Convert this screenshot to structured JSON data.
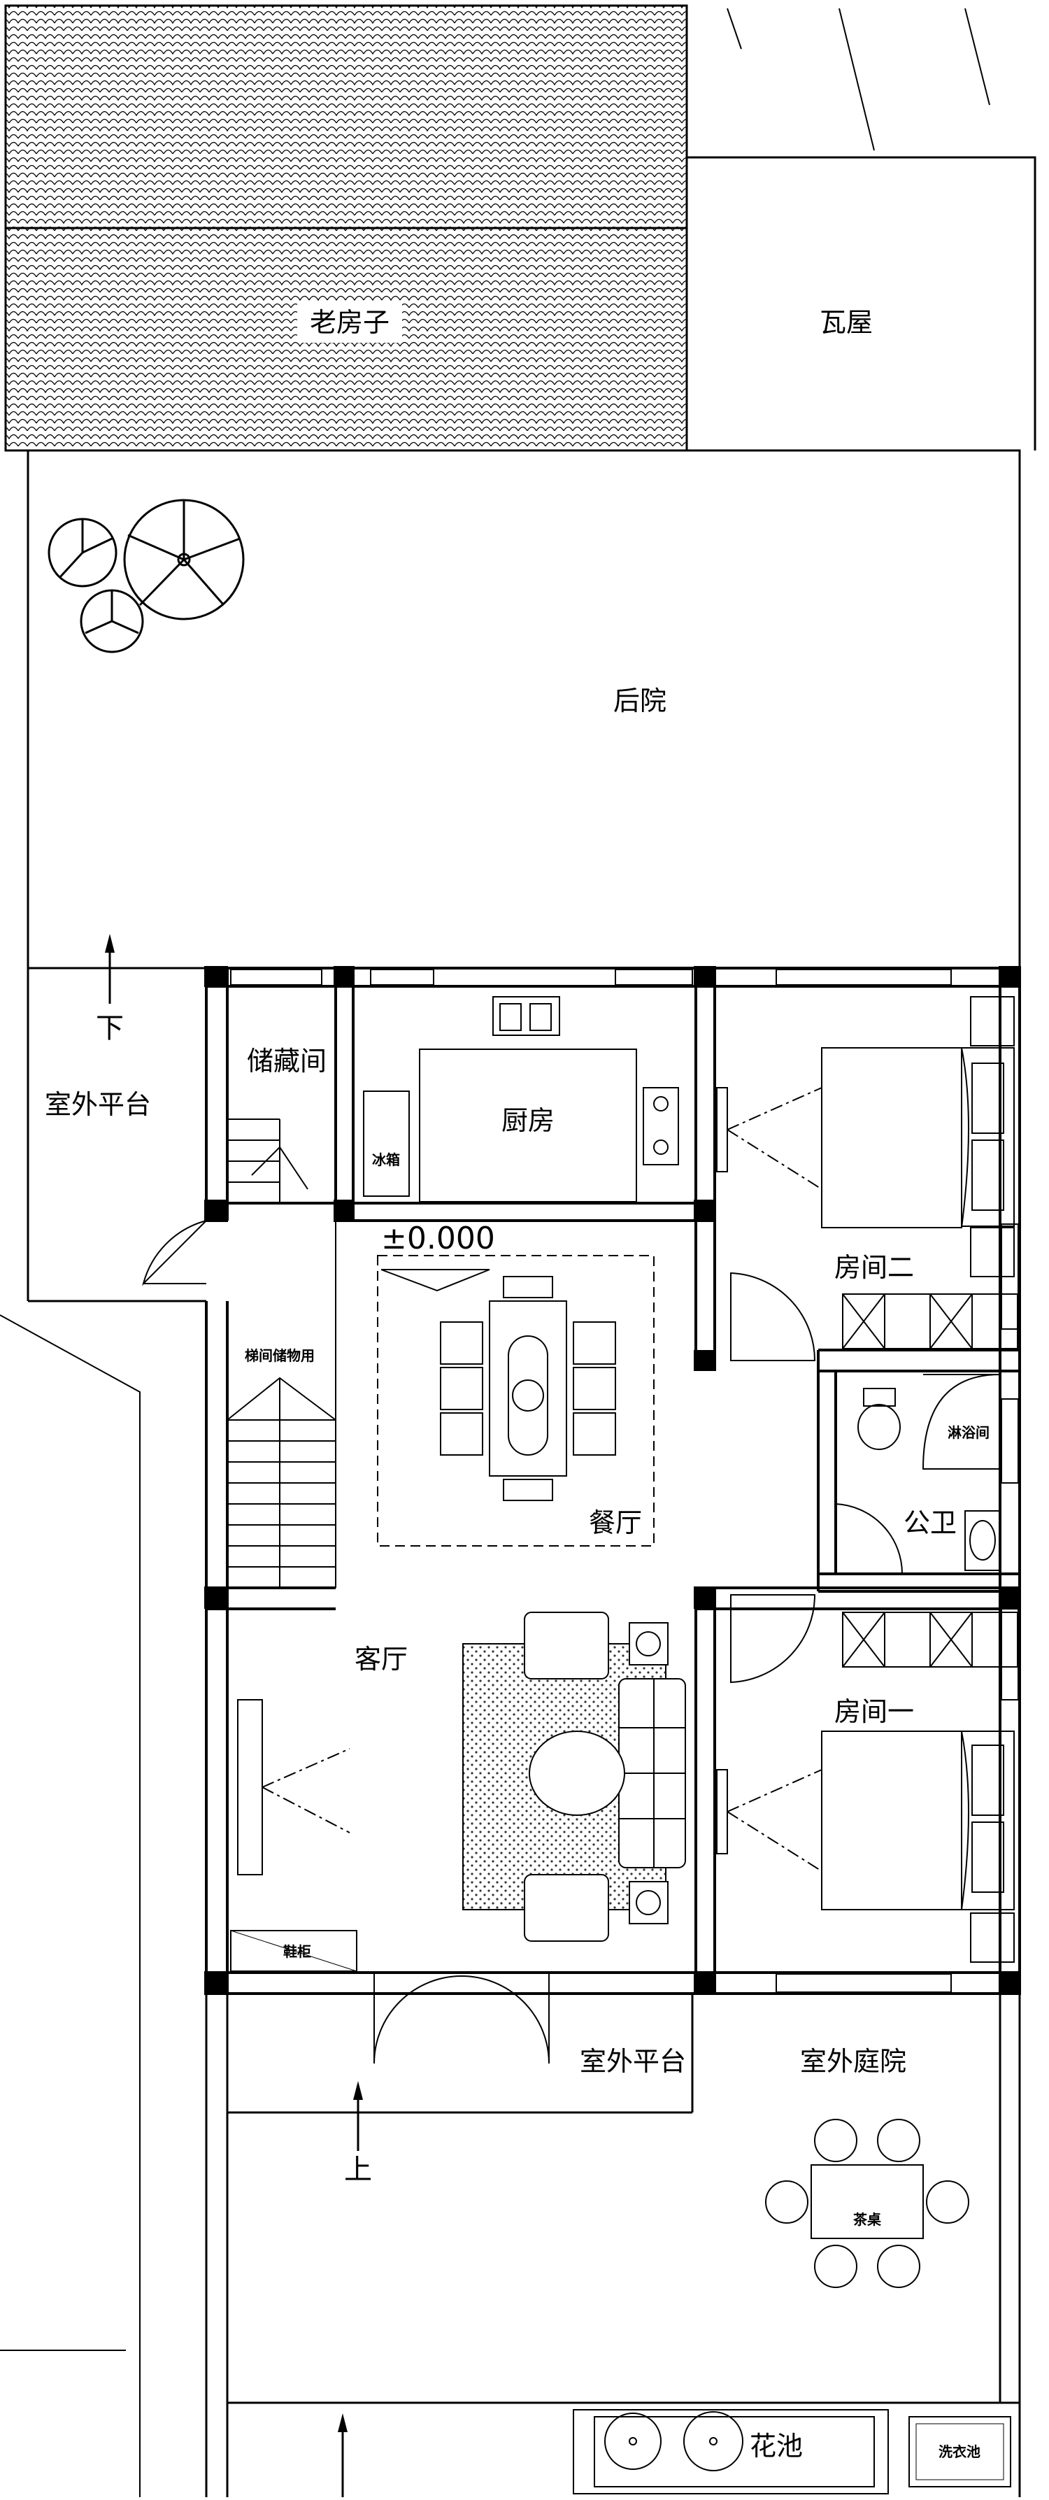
{
  "rooms": {
    "old_house": "老房子",
    "tile_house": "瓦屋",
    "backyard": "后院",
    "outdoor_platform_top": "室外平台",
    "storage": "储藏间",
    "kitchen": "厨房",
    "fridge": "冰箱",
    "bedroom_two": "房间二",
    "under_stair_storage": "梯间储物用",
    "dining": "餐厅",
    "shower": "淋浴间",
    "public_bath": "公卫",
    "living": "客厅",
    "bedroom_one": "房间一",
    "shoe_cabinet": "鞋柜",
    "outdoor_platform_front": "室外平台",
    "outdoor_courtyard": "室外庭院",
    "tea_table": "茶桌",
    "flower_bed": "花池",
    "laundry_sink": "洗衣池"
  },
  "elevation": "±0.000",
  "arrows": {
    "down": "下",
    "up": "上"
  }
}
